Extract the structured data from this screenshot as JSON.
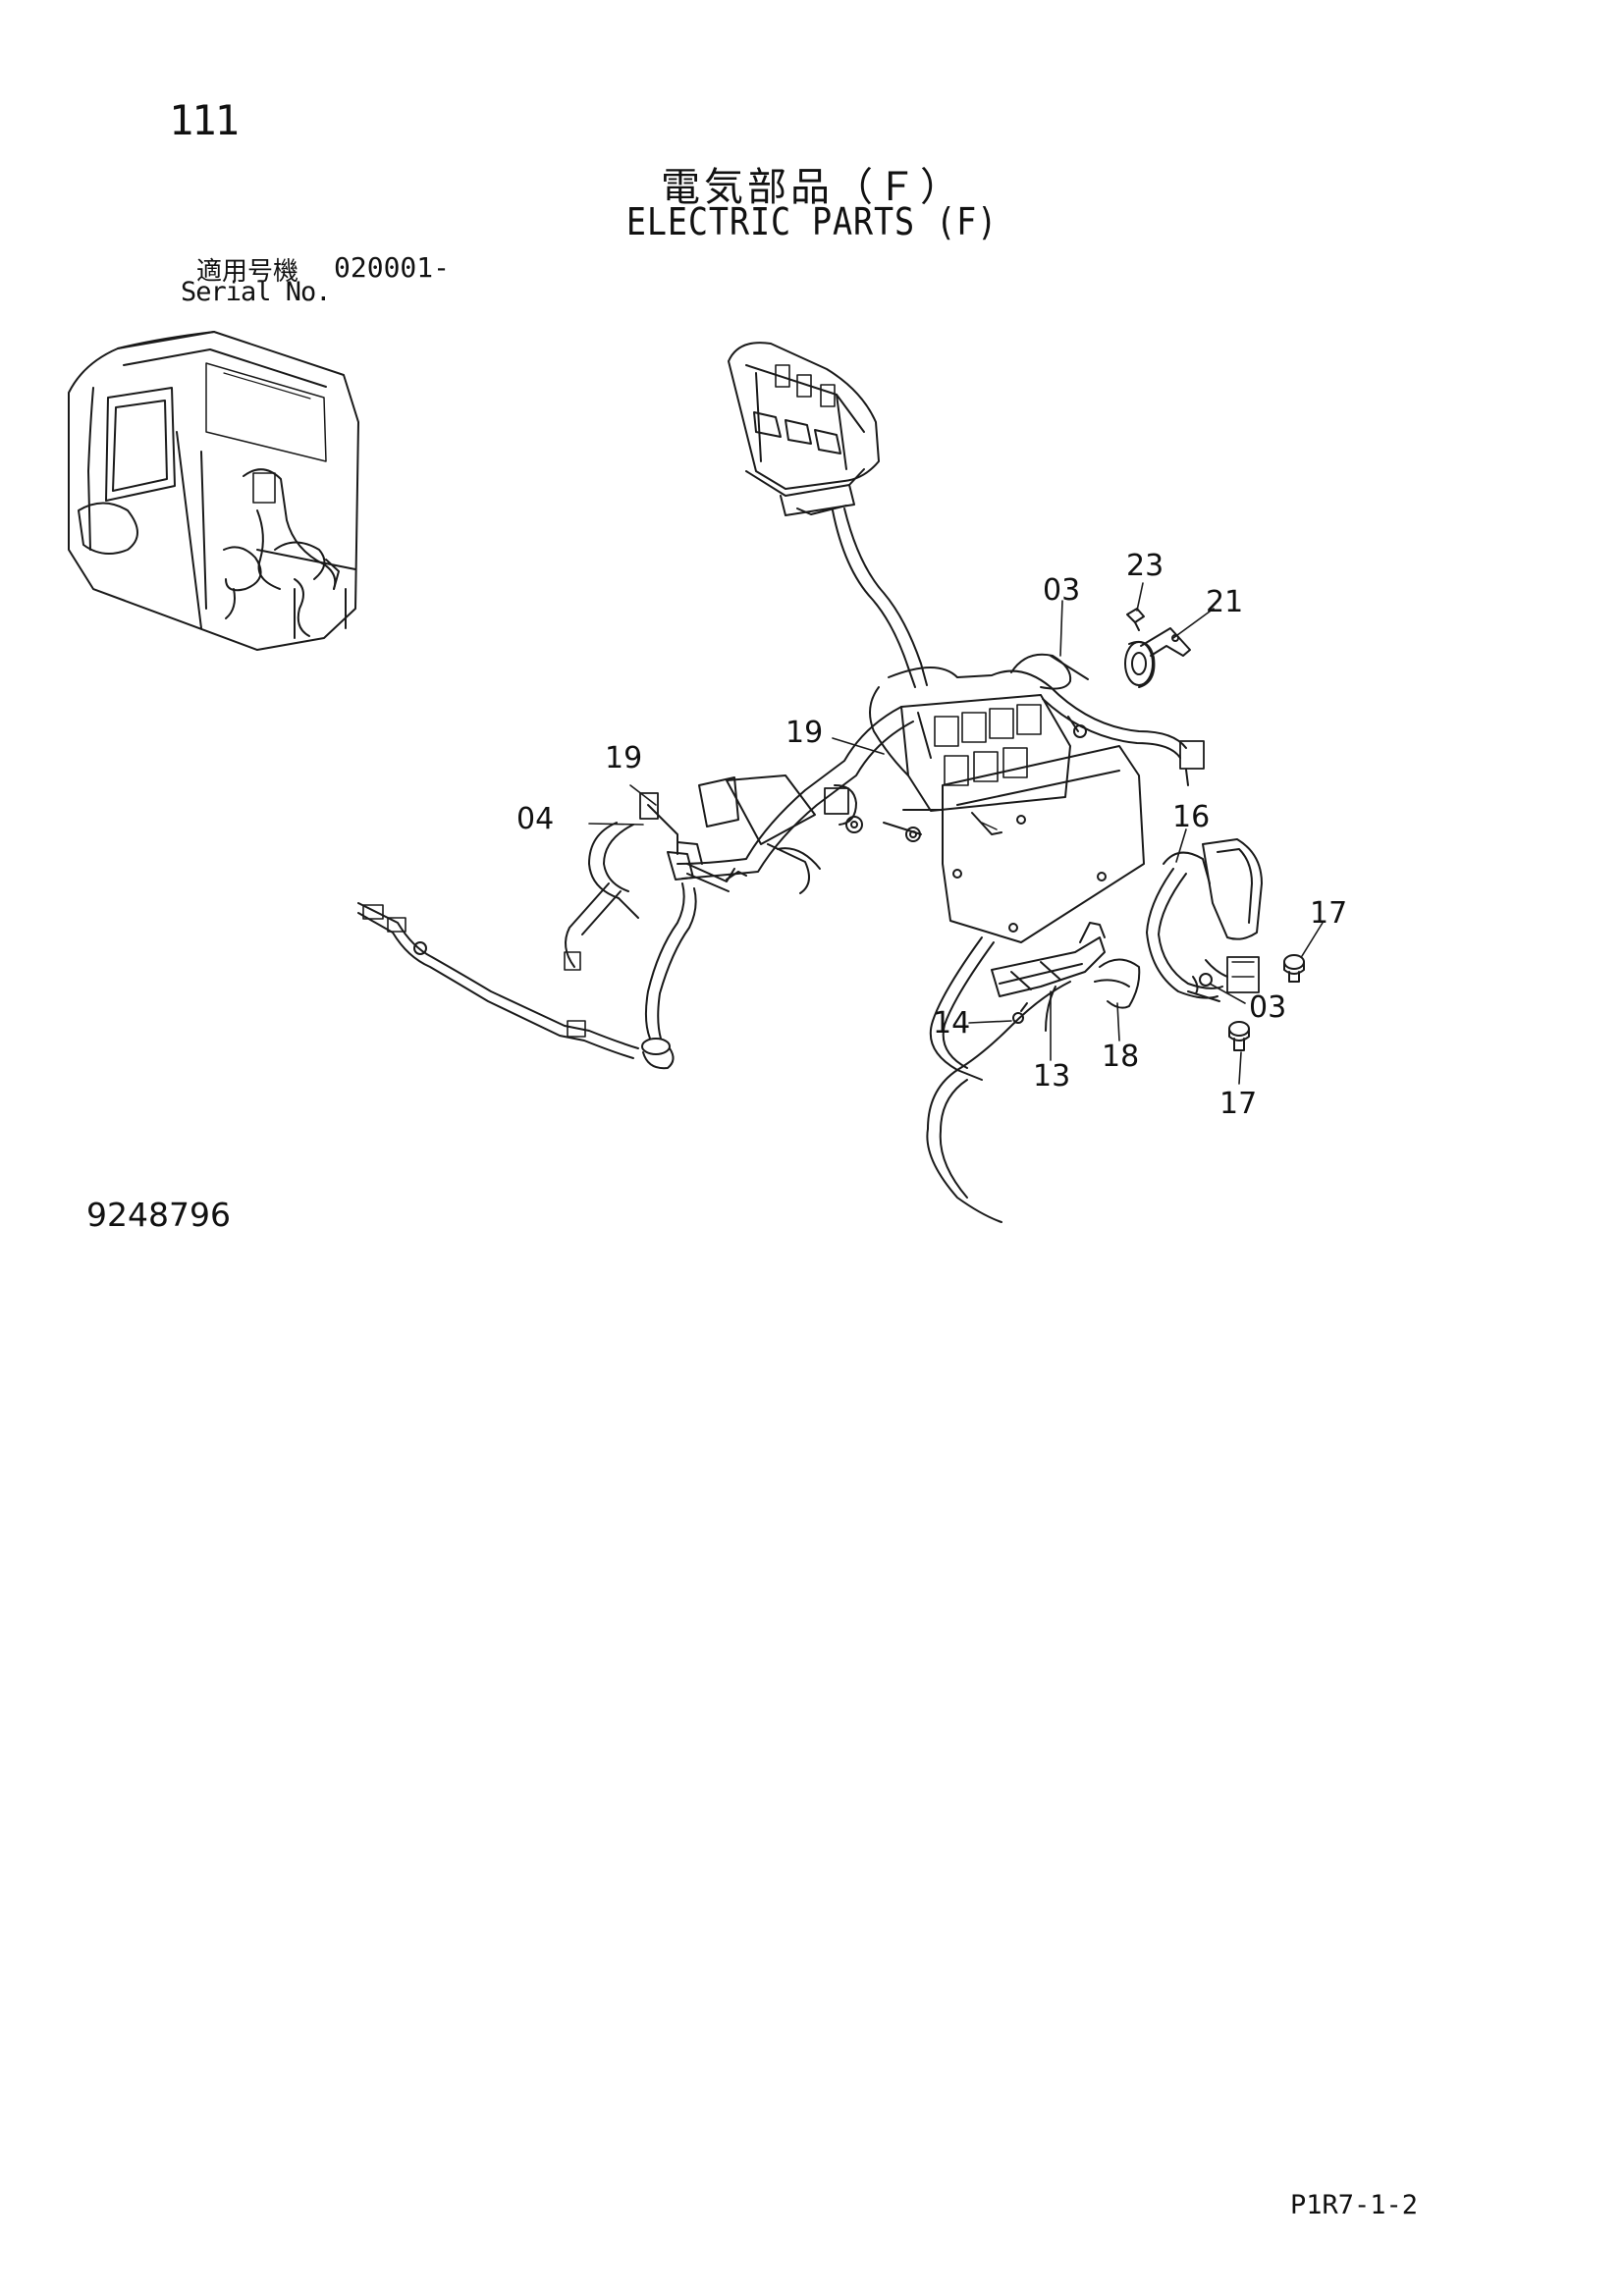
{
  "page": {
    "number": "111",
    "title_jp": "電気部品（Ｆ）",
    "title_en": "ELECTRIC PARTS (F)",
    "serial_label_jp": "適用号機",
    "serial_value": "020001-",
    "serial_label_en": "Serial No.",
    "drawing_number": "9248796",
    "page_code": "P1R7-1-2"
  },
  "callouts": [
    {
      "id": "c1",
      "label": "23"
    },
    {
      "id": "c2",
      "label": "03"
    },
    {
      "id": "c3",
      "label": "21"
    },
    {
      "id": "c4",
      "label": "19"
    },
    {
      "id": "c5",
      "label": "19"
    },
    {
      "id": "c6",
      "label": "04"
    },
    {
      "id": "c7",
      "label": "16"
    },
    {
      "id": "c8",
      "label": "17"
    },
    {
      "id": "c9",
      "label": "03"
    },
    {
      "id": "c10",
      "label": "14"
    },
    {
      "id": "c11",
      "label": "13"
    },
    {
      "id": "c12",
      "label": "18"
    },
    {
      "id": "c13",
      "label": "17"
    }
  ]
}
